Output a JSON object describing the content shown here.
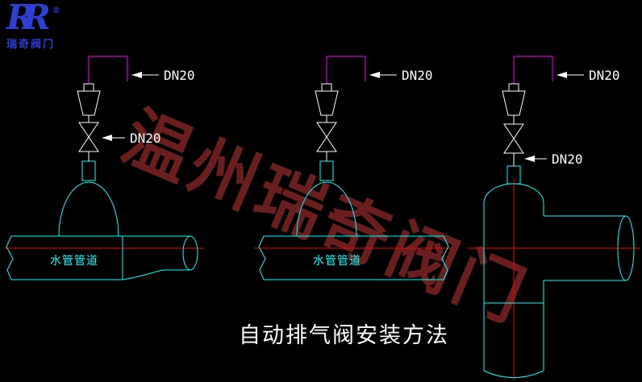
{
  "logo": {
    "monogram": "RR",
    "registered_mark": "®",
    "subtitle": "瑞奇阀门"
  },
  "watermark": "温州瑞奇阀门",
  "title": "自动排气阀安装方法",
  "labels": {
    "dn20": "DN20",
    "water_pipe": "水管管道"
  },
  "colors": {
    "background": "#000000",
    "pipe_outline": "#00ffff",
    "centerline": "#ff0000",
    "riser_pipe": "#ff00ff",
    "valve_outline": "#ffffff",
    "watermark": "#702020",
    "logo_blue": "#2e3fd6",
    "title_text": "#ffffff"
  }
}
